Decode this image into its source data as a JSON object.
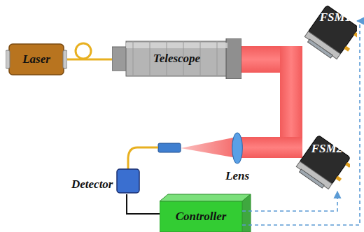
{
  "diagram": {
    "nodes": [
      {
        "text": [
          "Laser"
        ]
      },
      {
        "text": [
          "Telescope"
        ]
      },
      {
        "text": [
          "FSM1"
        ]
      },
      {
        "text": [
          "FSM2"
        ]
      },
      {
        "text": [
          "Lens"
        ]
      },
      {
        "text": [
          "Detector"
        ]
      },
      {
        "text": [
          "Controller"
        ]
      }
    ],
    "edges": [
      {
        "from": 0,
        "to": 1,
        "arrow": "none"
      },
      {
        "from": 5,
        "to": 6,
        "arrow": "none"
      },
      {
        "from": 6,
        "to": 3,
        "arrow": "to"
      },
      {
        "from": 6,
        "to": 2,
        "arrow": "to"
      }
    ]
  }
}
